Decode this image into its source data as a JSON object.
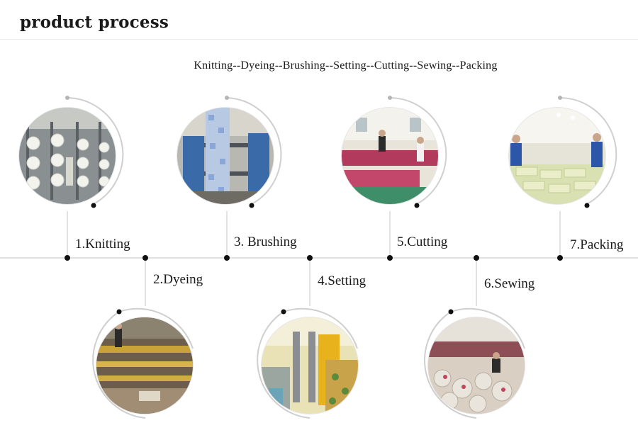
{
  "header": {
    "title": "product process"
  },
  "sequence_text": "Knitting--Dyeing--Brushing--Setting--Cutting--Sewing--Packing",
  "steps": [
    {
      "label": "1.Knitting"
    },
    {
      "label": "2.Dyeing"
    },
    {
      "label": "3. Brushing"
    },
    {
      "label": "4.Setting"
    },
    {
      "label": "5.Cutting"
    },
    {
      "label": "6.Sewing"
    },
    {
      "label": "7.Packing"
    }
  ],
  "colors": {
    "line": "#d6d6d6",
    "dot": "#111111",
    "ring": "#c8c8c8",
    "accent_arc": "#9e9e9e"
  },
  "icons": [
    "timeline-dot",
    "ring-arc"
  ]
}
